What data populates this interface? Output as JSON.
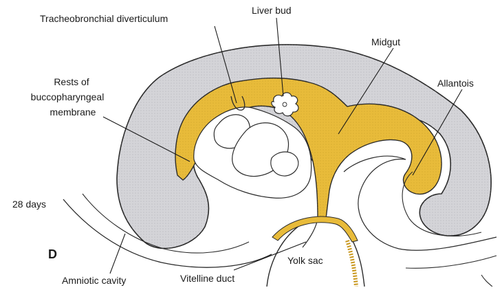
{
  "diagram": {
    "panel_letter": "D",
    "age_label": "28 days",
    "labels": {
      "tracheobronchial": "Tracheobronchial diverticulum",
      "liver_bud": "Liver bud",
      "midgut": "Midgut",
      "allantois": "Allantois",
      "rests_line1": "Rests of",
      "rests_line2": "buccopharyngeal",
      "rests_line3": "membrane",
      "amniotic_cavity": "Amniotic cavity",
      "vitelline_duct": "Vitelline duct",
      "yolk_sac": "Yolk sac"
    },
    "colors": {
      "embryo_body": "#d4d4d8",
      "gut_endoderm": "#e8bb3a",
      "outline": "#2a2a2a",
      "background": "#ffffff"
    }
  }
}
